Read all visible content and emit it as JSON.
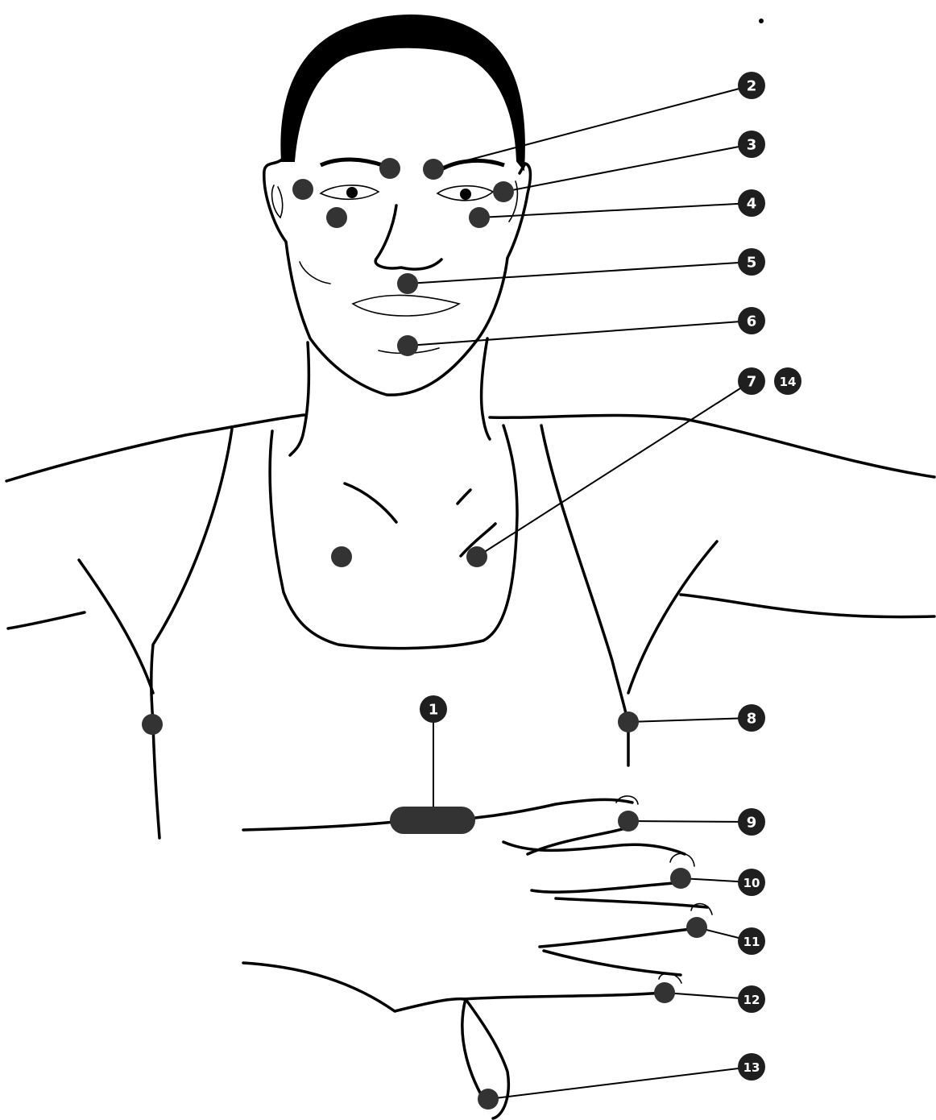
{
  "labels": [
    "1",
    "2",
    "3",
    "4",
    "5",
    "6",
    "7",
    "8",
    "9",
    "10",
    "11",
    "12",
    "13",
    "14"
  ],
  "colors": {
    "point": "#333333",
    "badge": "#1f1f1f",
    "badge_text": "#ffffff",
    "line": "#000000"
  }
}
